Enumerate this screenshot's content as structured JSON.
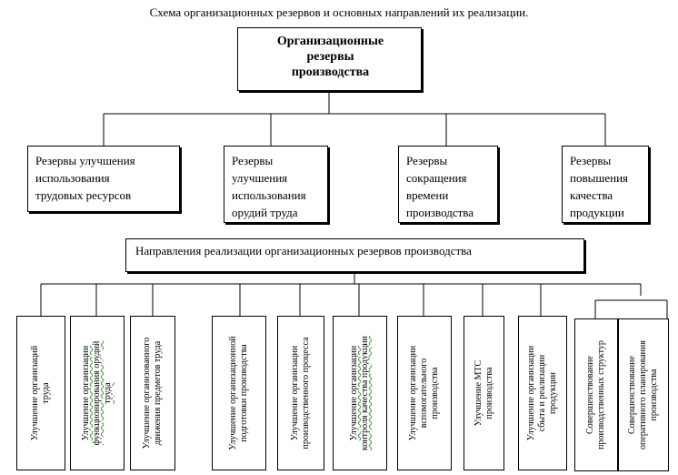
{
  "title": "Схема организационных резервов и основных направлений их реализации.",
  "root": "Организационные\nрезервы\nпроизводства",
  "reserves": [
    "Резервы    улучшения\nиспользования\nтрудовых ресурсов",
    "Резервы\nулучшения\nиспользования\nорудий труда",
    "Резервы\nсокращения\nвремени\nпроизводства",
    "Резервы\nповышения\nкачества\nпродукции"
  ],
  "directions_title": "Направления реализации организационных резервов производства",
  "directions": [
    "Улучшение организаций\nтруда",
    "Улучшение организации\nфункционирования орудий\nтруда",
    "Улучшение организованного\nдвижения предметов труда",
    "Улучшение организационной\nподготовки производства",
    "Улучшение организации\nпроизводственного процесса",
    "Улучшение организации\nконтроля качества продукции",
    "Улучшение организации\nвспомогательного\nпроизводства",
    "Улучшение МТС\nпроизводства",
    "Улучшение организации\nсбыта и реализации\nпродукции",
    "Совершенствование\nпроизводственных структур",
    "Совершенствование\nоперативного планирования\nпроизводства"
  ]
}
